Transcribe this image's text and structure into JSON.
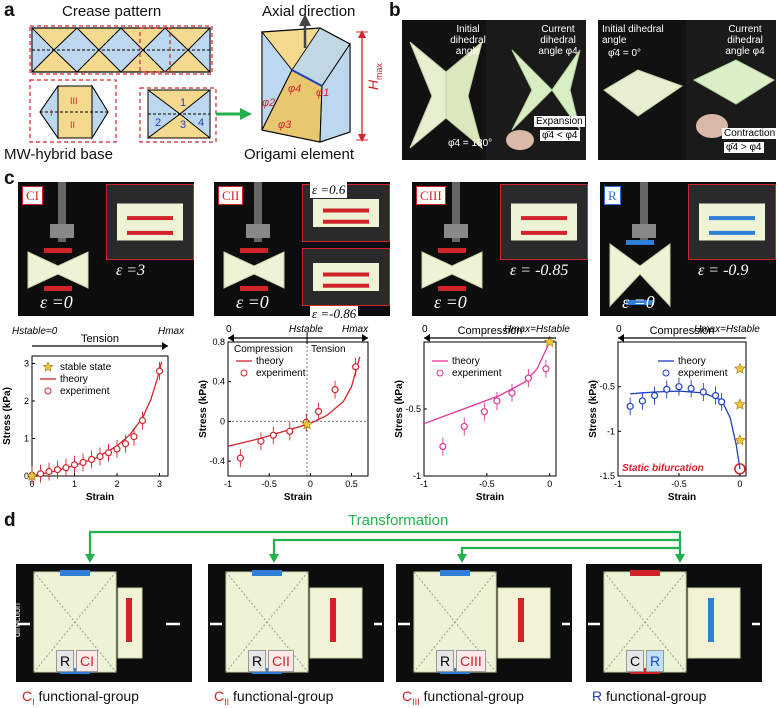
{
  "panels": {
    "a": "a",
    "b": "b",
    "c": "c",
    "d": "d"
  },
  "a": {
    "crease_pattern": "Crease pattern",
    "axial_direction": "Axial direction",
    "mw_hybrid_base": "MW-hybrid base",
    "origami_element": "Origami element",
    "h_max": "H",
    "h_max_sub": "max",
    "roman": "III",
    "roman2": "II",
    "roman1": "I",
    "nums": [
      "1",
      "2",
      "3",
      "4"
    ],
    "phi": [
      "φ1",
      "φ2",
      "φ3",
      "φ4"
    ]
  },
  "b": {
    "left": {
      "initial": "Initial dihedral angle",
      "current": "Current dihedral angle φ4",
      "initial_val": "φ̄4 = 180°",
      "expansion": "Expansion",
      "expansion_rel": "φ̄4 < φ4"
    },
    "right": {
      "initial": "Initial dihedral angle",
      "initial_val": "φ̄4 = 0°",
      "current": "Current dihedral angle φ4",
      "contraction": "Contraction",
      "contraction_rel": "φ̄4 > φ4"
    }
  },
  "c": {
    "photos": [
      {
        "tag": "CI",
        "eps0": "ε =0",
        "insets": [
          "ε =3"
        ]
      },
      {
        "tag": "CII",
        "eps0": "ε =0",
        "insets": [
          "ε =0.6",
          "ε =-0.86"
        ]
      },
      {
        "tag": "CIII",
        "eps0": "ε =0",
        "insets": [
          "ε = -0.85"
        ]
      },
      {
        "tag": "R",
        "eps0": "ε =0",
        "insets": [
          "ε = -0.9"
        ]
      }
    ],
    "chart_labels": {
      "hstable0": "Hstable=0",
      "hmax": "Hmax",
      "hstable": "Hstable",
      "hmax_eq": "Hmax=Hstable",
      "zero": "0",
      "tension": "Tension",
      "compression": "Compression",
      "static_bifurcation": "Static bifurcation"
    }
  },
  "chart_data": [
    {
      "type": "scatter",
      "xlabel": "Strain",
      "ylabel": "Stress (kPa)",
      "xlim": [
        0,
        3.2
      ],
      "ylim": [
        0,
        3.2
      ],
      "xticks": [
        0,
        1,
        2,
        3
      ],
      "yticks": [
        0,
        1,
        2,
        3
      ],
      "legend": [
        "stable state",
        "theory",
        "experiment"
      ],
      "series": [
        {
          "name": "theory",
          "kind": "line",
          "x": [
            0,
            0.5,
            1,
            1.5,
            2,
            2.3,
            2.6,
            2.8,
            2.95,
            3.05
          ],
          "y": [
            0,
            0.12,
            0.28,
            0.48,
            0.8,
            1.1,
            1.55,
            2.05,
            2.6,
            3.05
          ]
        },
        {
          "name": "experiment",
          "kind": "points",
          "x": [
            0,
            0.2,
            0.4,
            0.6,
            0.8,
            1.0,
            1.2,
            1.4,
            1.6,
            1.8,
            2.0,
            2.2,
            2.4,
            2.6,
            3.0
          ],
          "y": [
            0.02,
            0.06,
            0.12,
            0.17,
            0.22,
            0.3,
            0.36,
            0.44,
            0.52,
            0.62,
            0.72,
            0.86,
            1.05,
            1.48,
            2.8
          ]
        },
        {
          "name": "stable state",
          "kind": "star",
          "x": [
            0
          ],
          "y": [
            0
          ]
        }
      ]
    },
    {
      "type": "scatter",
      "xlabel": "Strain",
      "ylabel": "Stress (kPa)",
      "xlim": [
        -1,
        0.7
      ],
      "ylim": [
        -0.55,
        0.8
      ],
      "xticks": [
        -1,
        -0.5,
        0,
        0.5
      ],
      "yticks": [
        -0.4,
        0,
        0.4,
        0.8
      ],
      "legend": [
        "theory",
        "experiment"
      ],
      "series": [
        {
          "name": "theory",
          "kind": "line",
          "x": [
            -1,
            -0.8,
            -0.6,
            -0.4,
            -0.2,
            0,
            0.2,
            0.4,
            0.5,
            0.6
          ],
          "y": [
            -0.25,
            -0.21,
            -0.17,
            -0.12,
            -0.07,
            -0.02,
            0.06,
            0.2,
            0.35,
            0.65
          ]
        },
        {
          "name": "experiment",
          "kind": "points",
          "x": [
            -0.85,
            -0.6,
            -0.45,
            -0.25,
            -0.05,
            0.1,
            0.3,
            0.55
          ],
          "y": [
            -0.37,
            -0.2,
            -0.14,
            -0.1,
            -0.01,
            0.1,
            0.32,
            0.55
          ]
        },
        {
          "name": "stable state",
          "kind": "star",
          "x": [
            -0.04
          ],
          "y": [
            -0.03
          ]
        }
      ]
    },
    {
      "type": "scatter",
      "xlabel": "Strain",
      "ylabel": "Stress (kPa)",
      "xlim": [
        -1,
        0.05
      ],
      "ylim": [
        -1.0,
        0
      ],
      "xticks": [
        -1,
        -0.5,
        0
      ],
      "yticks": [
        -0.5,
        -1
      ],
      "legend": [
        "theory",
        "experiment"
      ],
      "series": [
        {
          "name": "theory",
          "kind": "line",
          "x": [
            -1,
            -0.8,
            -0.6,
            -0.4,
            -0.2,
            -0.1,
            0
          ],
          "y": [
            -0.61,
            -0.54,
            -0.47,
            -0.4,
            -0.3,
            -0.2,
            0
          ]
        },
        {
          "name": "experiment",
          "kind": "points",
          "x": [
            -0.85,
            -0.68,
            -0.52,
            -0.42,
            -0.3,
            -0.17,
            -0.03
          ],
          "y": [
            -0.78,
            -0.63,
            -0.52,
            -0.44,
            -0.38,
            -0.27,
            -0.2
          ]
        },
        {
          "name": "stable state",
          "kind": "star",
          "x": [
            0
          ],
          "y": [
            0
          ]
        }
      ]
    },
    {
      "type": "scatter",
      "xlabel": "Strain",
      "ylabel": "Stress (kPa)",
      "xlim": [
        -1,
        0.05
      ],
      "ylim": [
        -1.5,
        0
      ],
      "xticks": [
        -1,
        -0.5,
        0
      ],
      "yticks": [
        -0.5,
        -1,
        -1.5
      ],
      "legend": [
        "theory",
        "experiment"
      ],
      "series": [
        {
          "name": "theory",
          "kind": "line",
          "x": [
            -0.9,
            -0.7,
            -0.5,
            -0.3,
            -0.15,
            -0.08,
            -0.03,
            0
          ],
          "y": [
            -0.58,
            -0.56,
            -0.55,
            -0.57,
            -0.65,
            -0.85,
            -1.15,
            -1.42
          ]
        },
        {
          "name": "experiment",
          "kind": "points",
          "x": [
            -0.9,
            -0.8,
            -0.7,
            -0.6,
            -0.5,
            -0.4,
            -0.3,
            -0.2,
            -0.15
          ],
          "y": [
            -0.72,
            -0.66,
            -0.6,
            -0.53,
            -0.5,
            -0.52,
            -0.56,
            -0.6,
            -0.67
          ]
        },
        {
          "name": "stable state",
          "kind": "star",
          "x": [
            0,
            0,
            0
          ],
          "y": [
            -0.3,
            -0.7,
            -1.1
          ]
        }
      ]
    }
  ],
  "d": {
    "transformation": "Transformation",
    "deformable_direction": "deformable direction",
    "groups": [
      {
        "label_main": "C",
        "label_sub": "I",
        "suffix": " functional-group",
        "badges": [
          "R",
          "CI"
        ]
      },
      {
        "label_main": "C",
        "label_sub": "II",
        "suffix": " functional-group",
        "badges": [
          "R",
          "CII"
        ]
      },
      {
        "label_main": "C",
        "label_sub": "III",
        "suffix": " functional-group",
        "badges": [
          "R",
          "CIII"
        ]
      },
      {
        "label_main": "R",
        "label_sub": "",
        "suffix": " functional-group",
        "badges": [
          "C",
          "R"
        ]
      }
    ]
  },
  "colors": {
    "red": "#d3232a",
    "blue": "#1f3fbf",
    "magenta": "#e0349b",
    "green": "#22b14c",
    "star": "#f2c43a"
  }
}
